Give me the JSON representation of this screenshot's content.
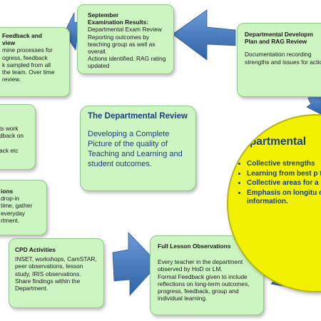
{
  "central_review": {
    "title": "The Departmental Review",
    "text": "Developing a Complete Picture of the quality of Teaching and Learning and student outcomes."
  },
  "circle": {
    "title": "Departmental",
    "bullets": [
      "Collective strengths",
      "Learning from best p the team.",
      "Collective areas for a",
      "Emphasis on longitu overview from all so information."
    ]
  },
  "boxes": {
    "september": {
      "title": "September\nExamination Results:",
      "body": "Departmental Exam Review\nReporting outcomes by teaching group as well as overall.\nActions identified. RAG rating updated"
    },
    "dev_plan": {
      "title": "Departmental Developm\nPlan and RAG Review",
      "body": "Documentation recording strengths and issues for actio"
    },
    "feedback": {
      "title": "Feedback and\nview",
      "body": "mine processes for\nogress, feedback\nk sampled from all\nthe team.  Over time\nreview."
    },
    "work": {
      "title": "",
      "body": "ts work\ndback on\n\nack etc"
    },
    "observations": {
      "title": "ions",
      "body": "drop-in\ntime, gather\neveryday\nrtment."
    },
    "cpd": {
      "title": "CPD Activities",
      "body": "INSET, workshops, CamSTAR, peer observations, lesson study, IRIS observations.\nShare findings within the Department."
    },
    "full_lesson": {
      "title": "Full Lesson Observations",
      "body": "Every teacher in the department observed by HoD or LM.\nFormal Feedback given to include reflections on long-term outcomes, progress, feedback, group and individual learning."
    }
  },
  "colors": {
    "box_fill": "#ccf5c2",
    "box_border": "#8cc98a",
    "circle_fill": "#f2f200",
    "arrow": "#4a7ec0",
    "accent_text": "#1b3d7a"
  }
}
